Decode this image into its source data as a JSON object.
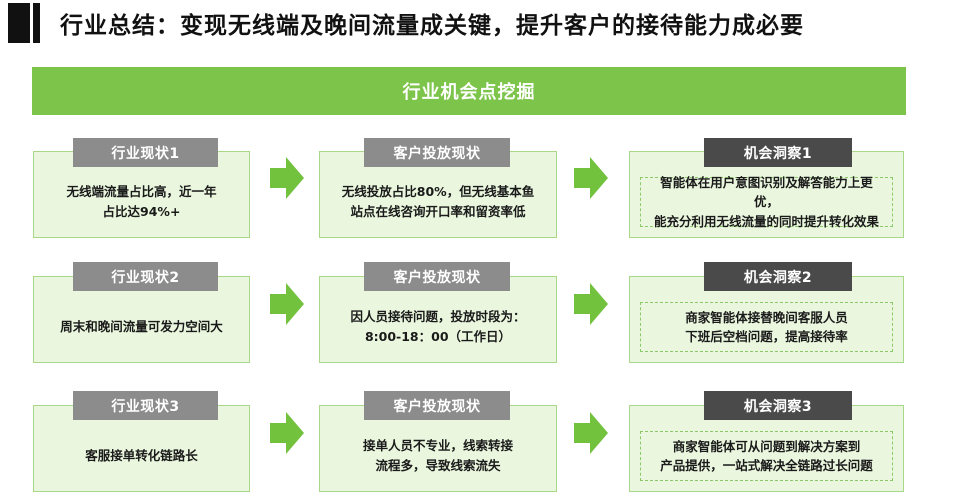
{
  "header": {
    "title": "行业总结：变现无线端及晚间流量成关键，提升客户的接待能力成必要"
  },
  "banner": {
    "label": "行业机会点挖掘"
  },
  "rows": [
    {
      "industry": {
        "tag": "行业现状1",
        "text": "无线端流量占比高，近一年\n占比达94%+"
      },
      "client": {
        "tag": "客户投放现状",
        "text": "无线投放占比80%，但无线基本鱼\n站点在线咨询开口率和留资率低"
      },
      "insight": {
        "tag": "机会洞察1",
        "text": "智能体在用户意图识别及解答能力上更优，\n能充分利用无线流量的同时提升转化效果"
      }
    },
    {
      "industry": {
        "tag": "行业现状2",
        "text": "周末和晚间流量可发力空间大"
      },
      "client": {
        "tag": "客户投放现状",
        "text": "因人员接待问题，投放时段为：\n8:00-18：00（工作日）"
      },
      "insight": {
        "tag": "机会洞察2",
        "text": "商家智能体接替晚间客服人员\n下班后空档问题，提高接待率"
      }
    },
    {
      "industry": {
        "tag": "行业现状3",
        "text": "客服接单转化链路长"
      },
      "client": {
        "tag": "客户投放现状",
        "text": "接单人员不专业，线索转接\n流程多，导致线索流失"
      },
      "insight": {
        "tag": "机会洞察3",
        "text": "商家智能体可从问题到解决方案到\n产品提供，一站式解决全链路过长问题"
      }
    }
  ],
  "colors": {
    "banner": "#7cc44a",
    "box_fill": "#eaf7de",
    "box_border": "#a8d888",
    "arrow": "#72c23e",
    "tag_gray": "#8c8c8c",
    "tag_dark": "#4a4a4a"
  },
  "icons": {
    "arrow": "right-arrow-icon"
  }
}
